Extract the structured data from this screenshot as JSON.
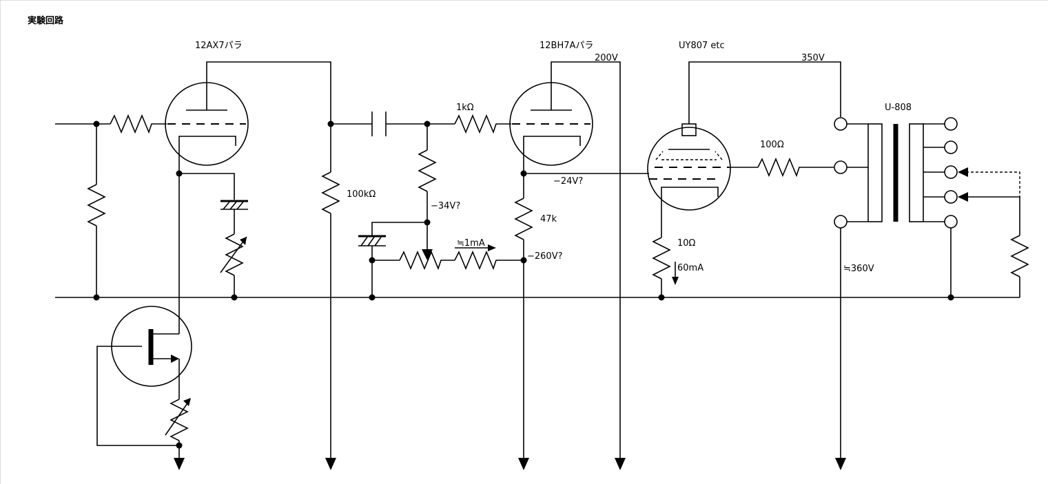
{
  "title": "実験回路",
  "tubes": {
    "v1": "12AX7パラ",
    "v2": "12BH7Aパラ",
    "v3": "UY807 etc"
  },
  "transformer": "U-808",
  "resistors": {
    "r_grid1": "1kΩ",
    "r_plate1": "100kΩ",
    "r_cath2": "47k",
    "r_g2": "100Ω",
    "r_k3": "10Ω"
  },
  "voltages": {
    "v200": "200V",
    "v350": "350V",
    "neg24": "−24V?",
    "neg34": "−34V?",
    "neg260": "−260V?",
    "v360": "≒360V"
  },
  "currents": {
    "i1ma": "≒1mA",
    "i60ma": "60mA"
  },
  "colors": {
    "line": "#000000",
    "background": "#ffffff"
  }
}
